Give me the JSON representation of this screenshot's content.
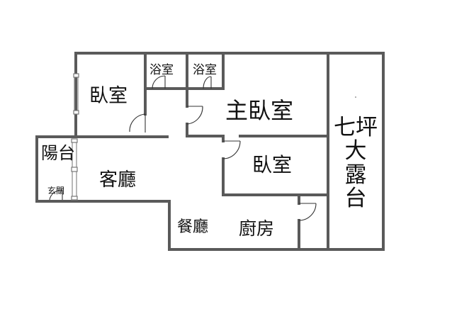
{
  "rooms": {
    "bedroom_left": "臥室",
    "bathroom_1": "浴室",
    "bathroom_2": "浴室",
    "master_bedroom": "主臥室",
    "bedroom_middle": "臥室",
    "balcony": "陽台",
    "entrance": "玄關",
    "living_room": "客廳",
    "dining_room": "餐廳",
    "kitchen": "廚房",
    "terrace": [
      "七坪",
      "大",
      "露",
      "台"
    ]
  },
  "colors": {
    "wall": "#5a5a5a",
    "door_leaf": "#333333",
    "window": "#888888",
    "text": "#111111",
    "background": "#ffffff"
  }
}
